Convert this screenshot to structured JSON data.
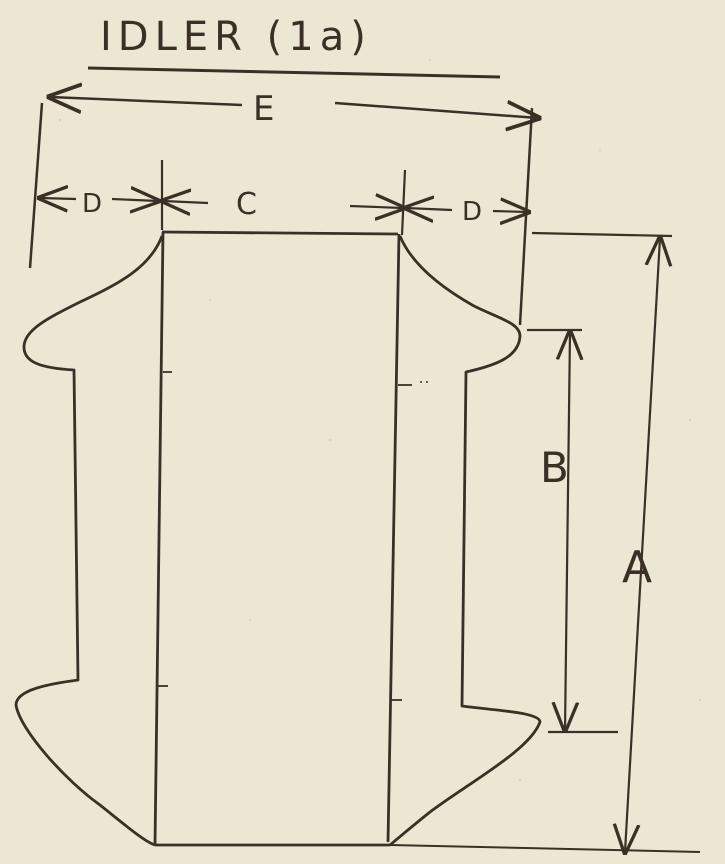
{
  "drawing": {
    "title": "IDLER (1a)",
    "dimension_labels": {
      "overall_width": "E",
      "flange_width_left": "D",
      "bore_width": "C",
      "flange_width_right": "D",
      "inner_height": "B",
      "overall_height": "A"
    },
    "ink_color": "#3a3028",
    "paper_color": "#ece7d3"
  }
}
